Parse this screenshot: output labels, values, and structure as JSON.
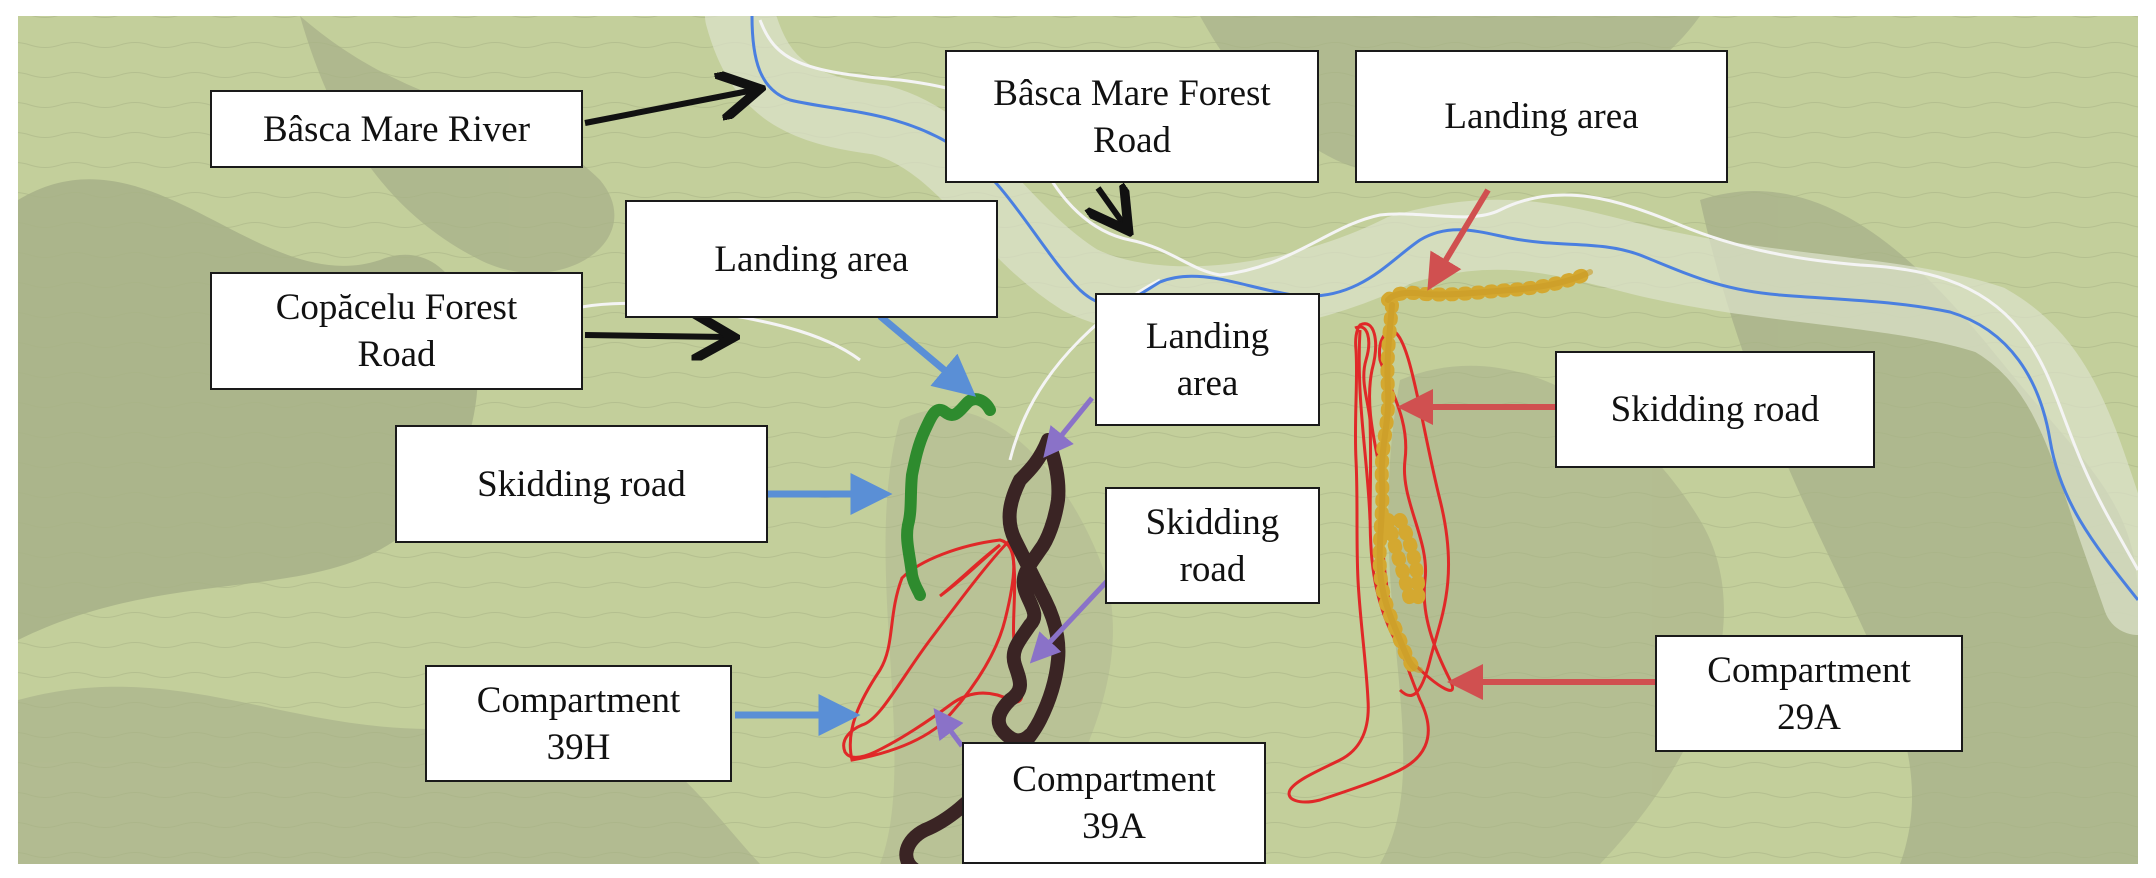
{
  "map": {
    "labels": {
      "basca_mare_river": "Bâsca Mare River",
      "basca_mare_forest_road": "Bâsca Mare Forest\nRoad",
      "landing_area_east": "Landing area",
      "landing_area_center": "Landing area",
      "copacelu_forest_road": "Copăcelu Forest\nRoad",
      "landing_area_mid": "Landing\narea",
      "skidding_road_east": "Skidding road",
      "skidding_road_west": "Skidding road",
      "skidding_road_mid": "Skidding\nroad",
      "compartment_39h": "Compartment\n39H",
      "compartment_39a": "Compartment\n39A",
      "compartment_29a": "Compartment\n29A"
    },
    "colors": {
      "terrain": "#c3cf9b",
      "river": "#4a7fe0",
      "forest_road": "#f2f2f2",
      "compartment_boundary": "#e02828",
      "skidding_track_39h": "#2e8b2e",
      "skidding_track_39a": "#3a2424",
      "skidding_track_29a": "#d4a830",
      "arrow_black": "#111111",
      "arrow_blue": "#5a8fd6",
      "arrow_red": "#d05050",
      "arrow_purple": "#8a72c8"
    }
  }
}
